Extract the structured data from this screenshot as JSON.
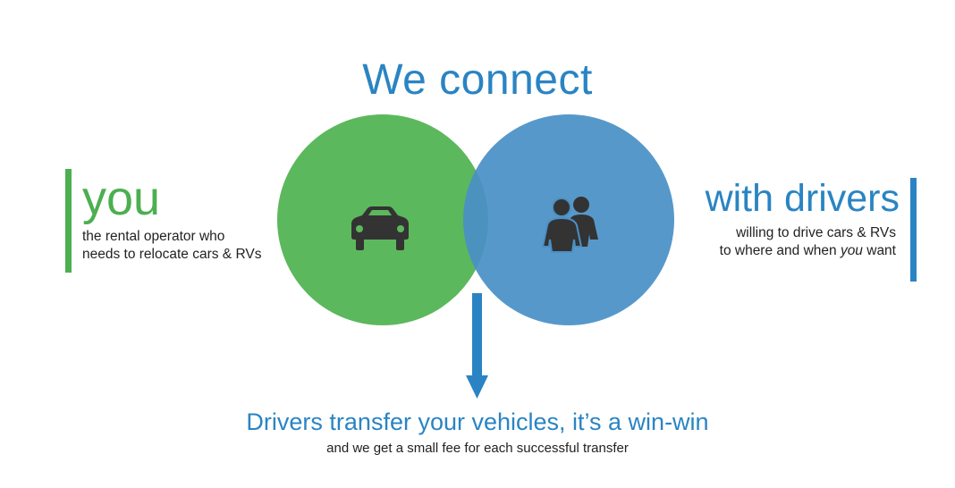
{
  "title": "We connect",
  "left": {
    "heading": "you",
    "line1": "the rental operator who",
    "line2": "needs to relocate cars & RVs"
  },
  "right": {
    "heading": "with drivers",
    "line1": "willing to drive cars & RVs",
    "line2_pre": "to where and when ",
    "line2_em": "you",
    "line2_post": " want"
  },
  "bottom": {
    "heading": "Drivers transfer your vehicles, it’s a win-win",
    "sub": "and we get a small fee for each successful transfer"
  },
  "colors": {
    "green": "#5cb85c",
    "blue": "#4a90c6",
    "overlap": "#3a8fa0",
    "accent_blue": "#2a84c3",
    "accent_green": "#4caf50",
    "icon": "#333333"
  },
  "icons": {
    "left_circle": "car-icon",
    "right_circle": "people-icon",
    "connector": "arrow-down-icon"
  }
}
